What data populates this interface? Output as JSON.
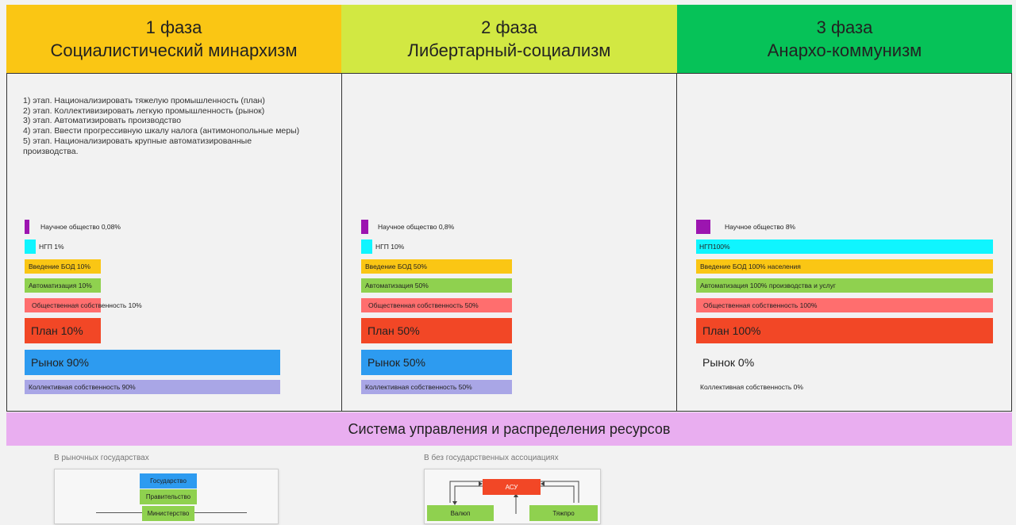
{
  "phases": [
    {
      "number": "1 фаза",
      "name": "Социалистический минархизм",
      "color": "#fac614",
      "steps": [
        "1) этап. Национализировать тяжелую промышленность (план)",
        "2) этап. Коллективизировать легкую промышленность (рынок)",
        "3) этап. Автоматизировать производство",
        "4) этап. Ввести прогрессивную шкалу налога (антимонопольные меры)",
        "5) этап. Национализировать крупные автоматизированные",
        "производства."
      ],
      "indicators": {
        "science": {
          "label": "Научное общество 0,08%",
          "value": 0.08
        },
        "ngp": {
          "label": "НГП 1%",
          "value": 1
        },
        "bod": {
          "label": "Введение БОД 10%",
          "value": 10
        },
        "automation": {
          "label": "Автоматизация 10%",
          "value": 10
        },
        "public_property": {
          "label": "Общественная собственность 10%",
          "value": 10
        },
        "plan": {
          "label": "План 10%",
          "value": 10
        },
        "market": {
          "label": "Рынок 90%",
          "value": 90
        },
        "collective": {
          "label": "Коллективная собственность 90%",
          "value": 90
        }
      }
    },
    {
      "number": "2 фаза",
      "name": "Либертарный-социализм",
      "color": "#d2e842",
      "steps": [],
      "indicators": {
        "science": {
          "label": "Научное общество 0,8%",
          "value": 0.8
        },
        "ngp": {
          "label": "НГП 10%",
          "value": 10
        },
        "bod": {
          "label": "Введение БОД 50%",
          "value": 50
        },
        "automation": {
          "label": "Автоматизация 50%",
          "value": 50
        },
        "public_property": {
          "label": "Общественная собственность 50%",
          "value": 50
        },
        "plan": {
          "label": "План 50%",
          "value": 50
        },
        "market": {
          "label": "Рынок 50%",
          "value": 50
        },
        "collective": {
          "label": "Коллективная собственность 50%",
          "value": 50
        }
      }
    },
    {
      "number": "3 фаза",
      "name": "Анархо-коммунизм",
      "color": "#06c258",
      "steps": [],
      "indicators": {
        "science": {
          "label": "Научное общество 8%",
          "value": 8
        },
        "ngp": {
          "label": "НГП100%",
          "value": 100
        },
        "bod": {
          "label": "Введение БОД 100% населения",
          "value": 100
        },
        "automation": {
          "label": "Автоматизация 100% производства и услуг",
          "value": 100
        },
        "public_property": {
          "label": "Общественная собственность 100%",
          "value": 100
        },
        "plan": {
          "label": "План 100%",
          "value": 100
        },
        "market": {
          "label": "Рынок 0%",
          "value": 0
        },
        "collective": {
          "label": "Коллективная собственность 0%",
          "value": 0
        }
      }
    }
  ],
  "indicator_colors": {
    "science": "#9c15b0",
    "ngp": "#0ff5ff",
    "bod": "#fac614",
    "automation": "#8fd14f",
    "public_property": "#ff6e6e",
    "plan": "#f24726",
    "market": "#2d9bf0",
    "collective": "#a9a6e6"
  },
  "system": {
    "title": "Система управления и распределения ресурсов",
    "color": "#e9aef0"
  },
  "diagrams": {
    "market_states": {
      "title": "В рыночных государствах",
      "nodes": {
        "state": "Государство",
        "government": "Правительство",
        "ministry": "Министерство"
      }
    },
    "stateless": {
      "title": "В без государственных ассоциациях",
      "nodes": {
        "asu": "АСУ",
        "left": "Валюп",
        "right": "Тяжпро"
      }
    }
  }
}
